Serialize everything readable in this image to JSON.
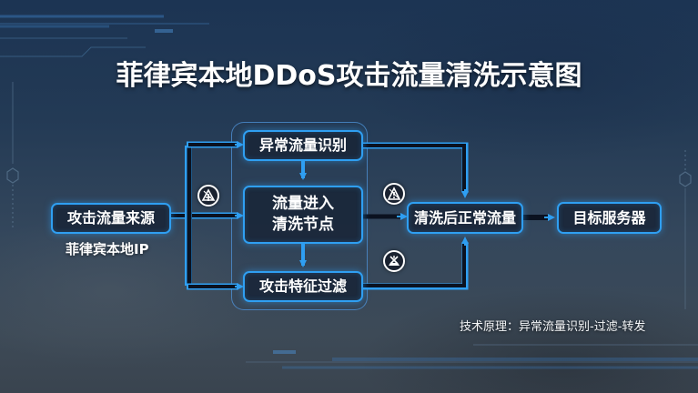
{
  "title": "菲律宾本地DDoS攻击流量清洗示意图",
  "colors": {
    "accent": "#2f9ff2",
    "line_dark": "#0b1220",
    "text": "#ffffff"
  },
  "nodes": {
    "source": {
      "label": "攻击流量来源",
      "sublabel": "菲律宾本地IP"
    },
    "anomaly": {
      "label": "异常流量识别"
    },
    "scrub_node": {
      "line1": "流量进入",
      "line2": "清洗节点"
    },
    "filter": {
      "label": "攻击特征过滤"
    },
    "clean": {
      "label": "清洗后正常流量"
    },
    "target": {
      "label": "目标服务器"
    }
  },
  "icons": {
    "left_badge": "attack-warning-icon",
    "right_top_badge": "alert-triangle-icon",
    "right_bottom_badge": "filter-block-icon"
  },
  "footnote": "技术原理：异常流量识别-过滤-转发"
}
